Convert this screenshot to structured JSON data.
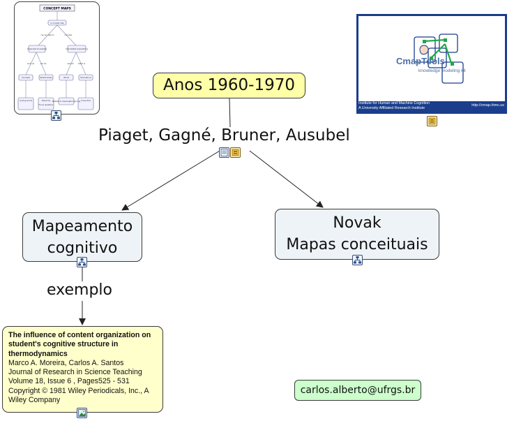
{
  "top_node": {
    "label": "Anos 1960-1970"
  },
  "link_label": {
    "label": "Piaget, Gagné, Bruner, Ausubel"
  },
  "node_mapeamento": {
    "line1": "Mapeamento",
    "line2": "cognitivo"
  },
  "node_novak": {
    "line1": "Novak",
    "line2": "Mapas conceituais"
  },
  "exemplo_label": {
    "label": "exemplo"
  },
  "reference": {
    "title": "The influence of content organization on student's cognitive structure in thermodynamics",
    "authors": "Marco A. Moreira, Carlos A. Santos",
    "journal": "Journal of Research in Science Teaching",
    "volume": "Volume 18, Issue 6 , Pages525 - 531",
    "copyright": "Copyright © 1981 Wiley Periodicals, Inc., A Wiley Company"
  },
  "email": {
    "label": "carlos.alberto@ufrgs.br"
  },
  "cmaptools_thumb": {
    "logo": "CmapTools",
    "tagline": "knowledge modeling kit",
    "inst1": "Institute for Human and Machine Cognition",
    "inst2": "A University Affiliated Research Institute",
    "url": "http://cmap.ihmc.us"
  },
  "concept_map_thumb": {
    "title": "CONCEPT MAPS",
    "nodes": [
      "A concept map",
      "Organized knowledge",
      "Interrelated propositions",
      "Concepts",
      "Relationships",
      "Words",
      "Propositions",
      "Linking words",
      "Hierarchy",
      "Related to meaningful learning",
      "Cross-links",
      "Focus questions"
    ],
    "links": [
      "can be used to",
      "includes",
      "such as",
      "can be",
      "used to",
      "which is"
    ]
  },
  "colors": {
    "top_node_bg": "#ffffa8",
    "concept_bg": "#eef3f7",
    "email_bg": "#ccffcc",
    "ref_bg": "#ffffcc",
    "cmap_blue": "#0c3a8a",
    "line": "#222222"
  }
}
